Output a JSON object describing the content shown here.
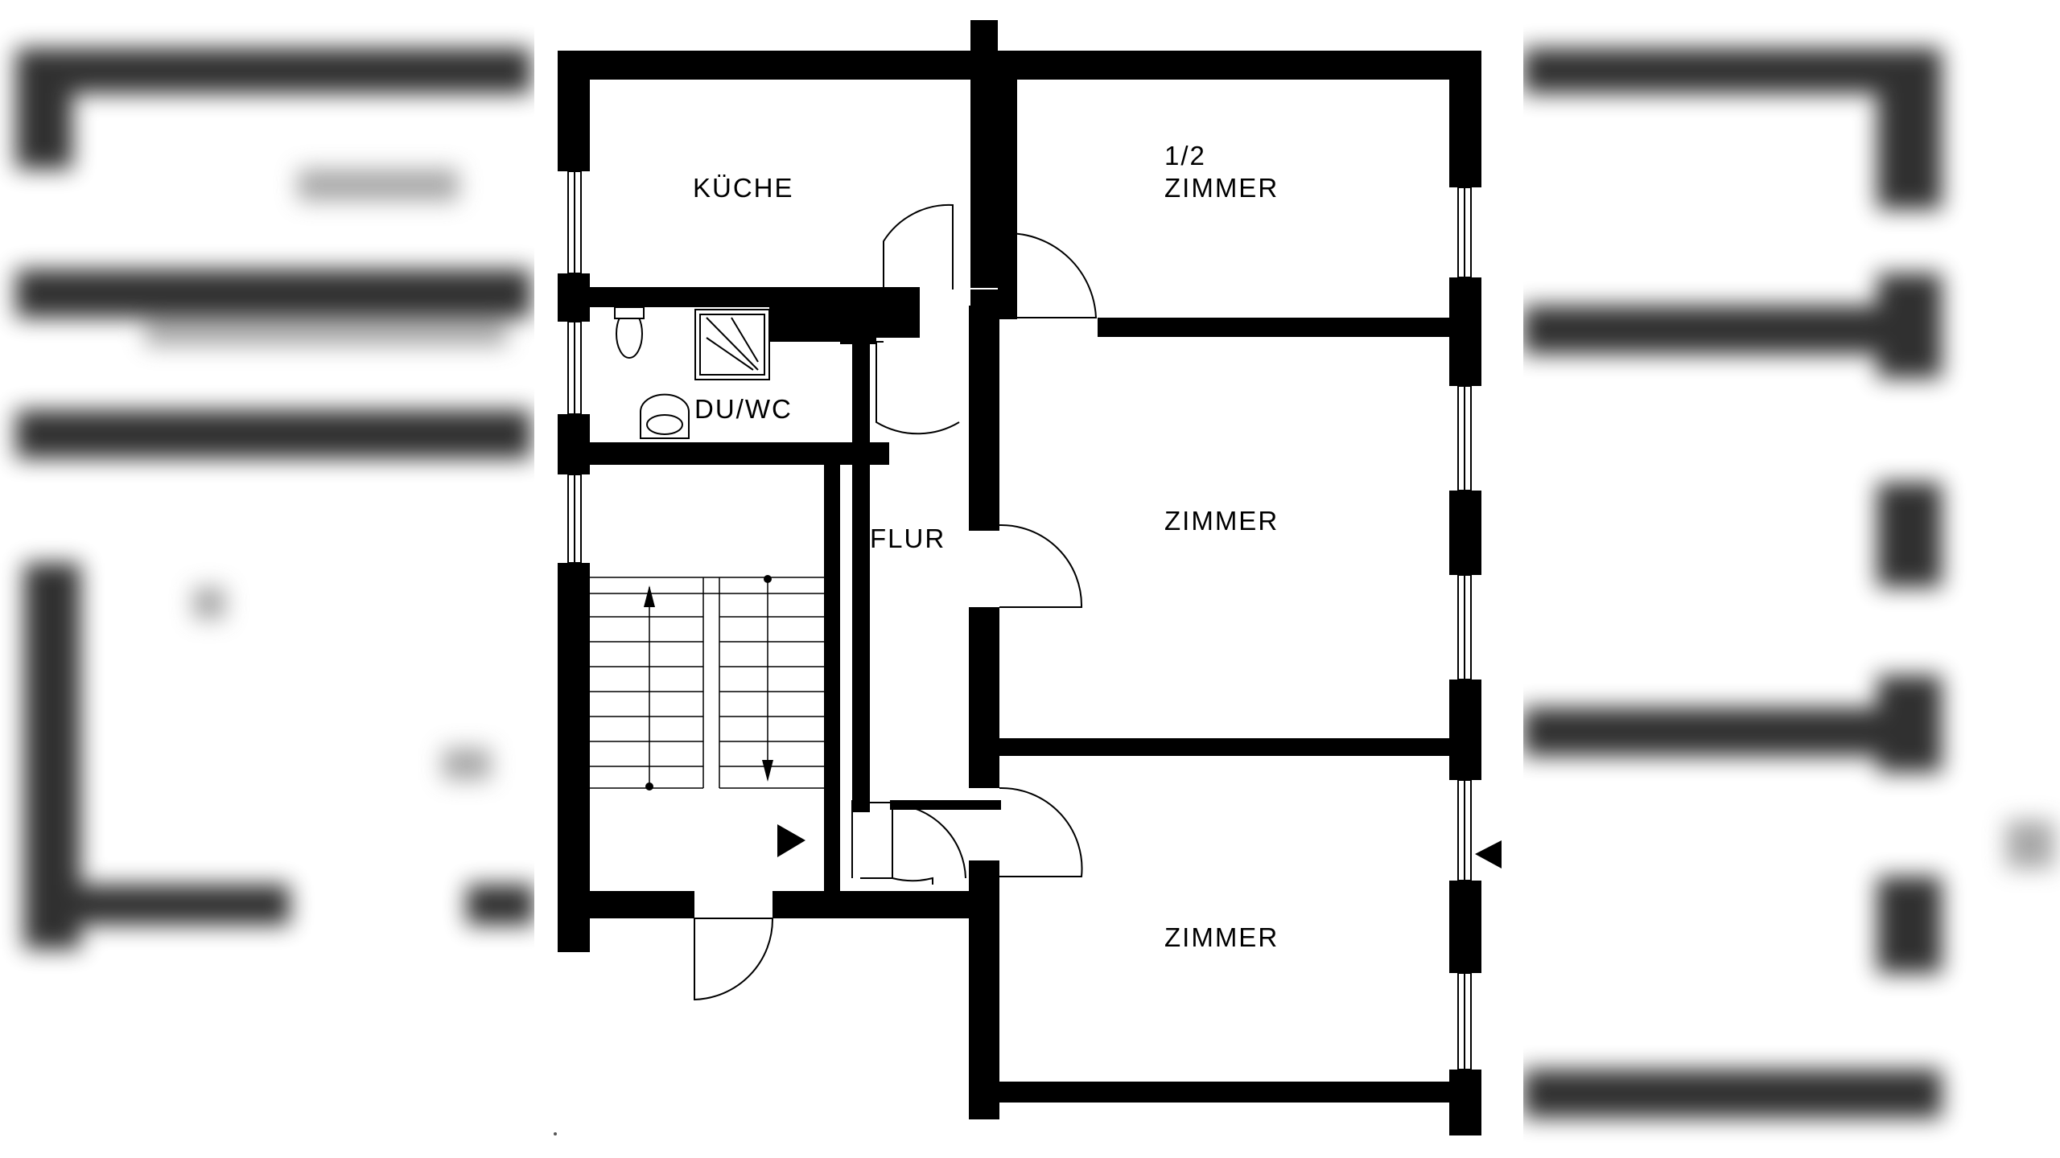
{
  "floorplan": {
    "rooms": {
      "kitchen": "KÜCHE",
      "half_room_line1": "1/2",
      "half_room_line2": "ZIMMER",
      "bathroom": "DU/WC",
      "hallway": "FLUR",
      "room_middle": "ZIMMER",
      "room_bottom": "ZIMMER"
    },
    "colors": {
      "wall": "#000000",
      "background": "#ffffff",
      "blur_side": "#0c0c0c"
    },
    "icons": [
      "entrance-arrow-icon",
      "stair-up-arrow-icon",
      "stair-down-arrow-icon",
      "toilet-icon",
      "shower-icon",
      "sink-icon"
    ]
  }
}
